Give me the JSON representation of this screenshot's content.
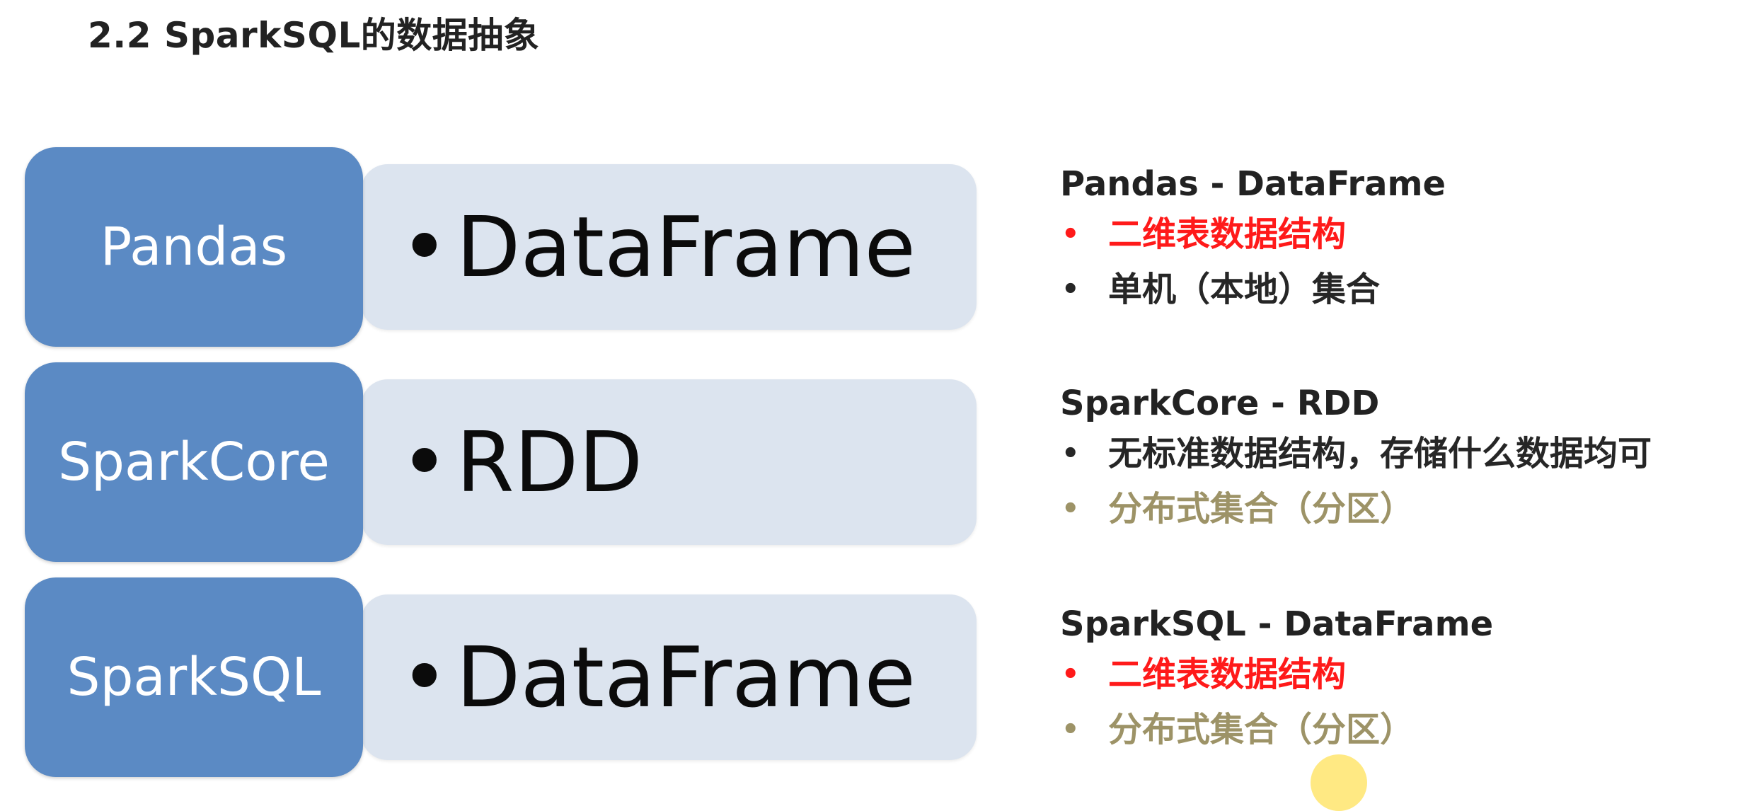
{
  "title": "2.2 SparkSQL的数据抽象",
  "rows": [
    {
      "label": "Pandas",
      "bullet": "•",
      "abstraction": "DataFrame"
    },
    {
      "label": "SparkCore",
      "bullet": "•",
      "abstraction": "RDD"
    },
    {
      "label": "SparkSQL",
      "bullet": "•",
      "abstraction": "DataFrame"
    }
  ],
  "descriptions": [
    {
      "title": "Pandas - DataFrame",
      "items": [
        {
          "text": "二维表数据结构",
          "color": "#ff1a1a"
        },
        {
          "text": "单机（本地）集合",
          "color": "#262626"
        }
      ]
    },
    {
      "title": "SparkCore - RDD",
      "items": [
        {
          "text": "无标准数据结构，存储什么数据均可",
          "color": "#262626"
        },
        {
          "text": "分布式集合（分区）",
          "color": "#9d9367"
        }
      ]
    },
    {
      "title": "SparkSQL - DataFrame",
      "items": [
        {
          "text": "二维表数据结构",
          "color": "#ff1a1a"
        },
        {
          "text": "分布式集合（分区）",
          "color": "#9d9367"
        }
      ]
    }
  ],
  "bullet_symbol": "•",
  "colors": {
    "label_box": "#5b8ac4",
    "pill": "#dce4ef",
    "highlight_red": "#ff1a1a",
    "muted_olive": "#9d9367"
  }
}
